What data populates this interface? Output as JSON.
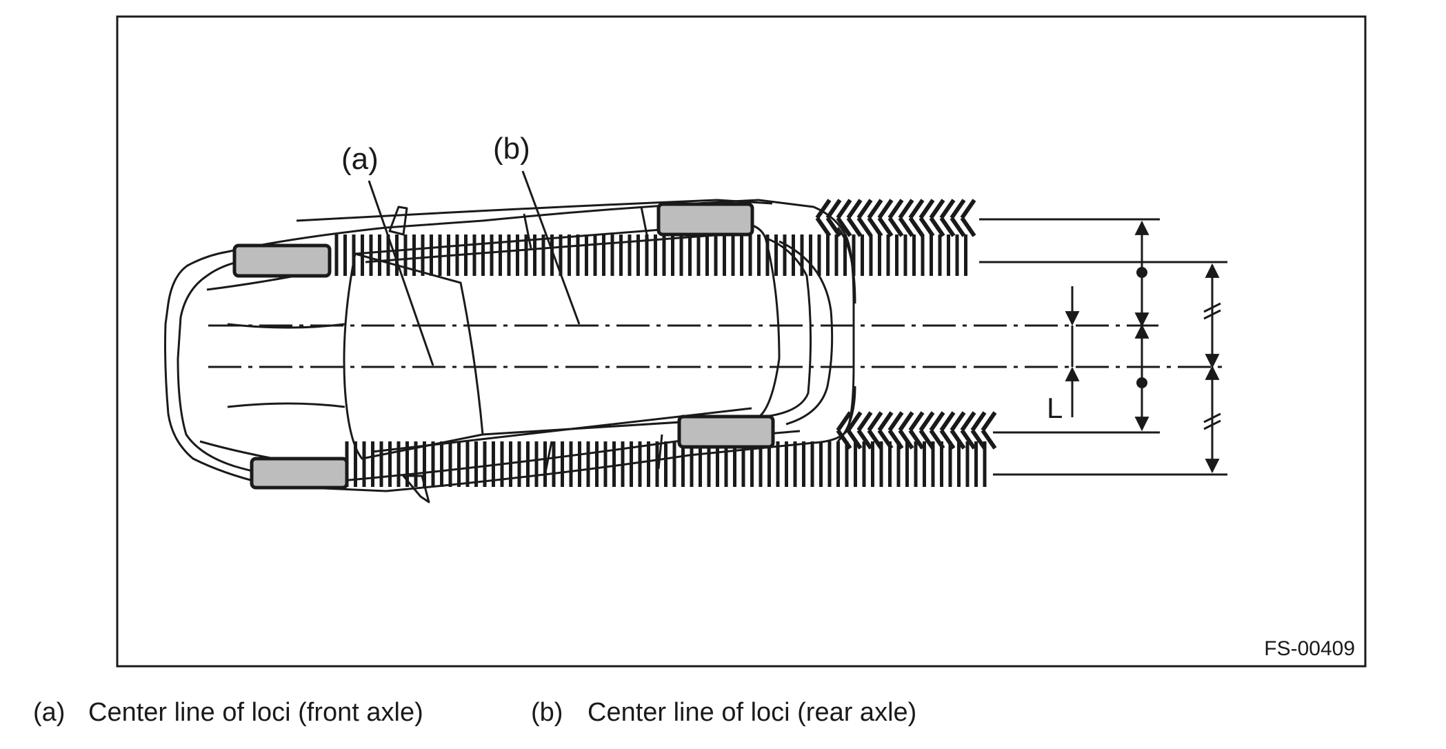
{
  "figure": {
    "code": "FS-00409",
    "callouts": {
      "a": "(a)",
      "b": "(b)",
      "offset": "L"
    }
  },
  "legend": [
    {
      "key": "(a)",
      "text": "Center line of loci (front axle)"
    },
    {
      "key": "(b)",
      "text": "Center line of loci (rear axle)"
    }
  ],
  "colors": {
    "ink": "#1a1a1a",
    "tire_fill": "#bdbdbd",
    "paper": "#ffffff"
  }
}
